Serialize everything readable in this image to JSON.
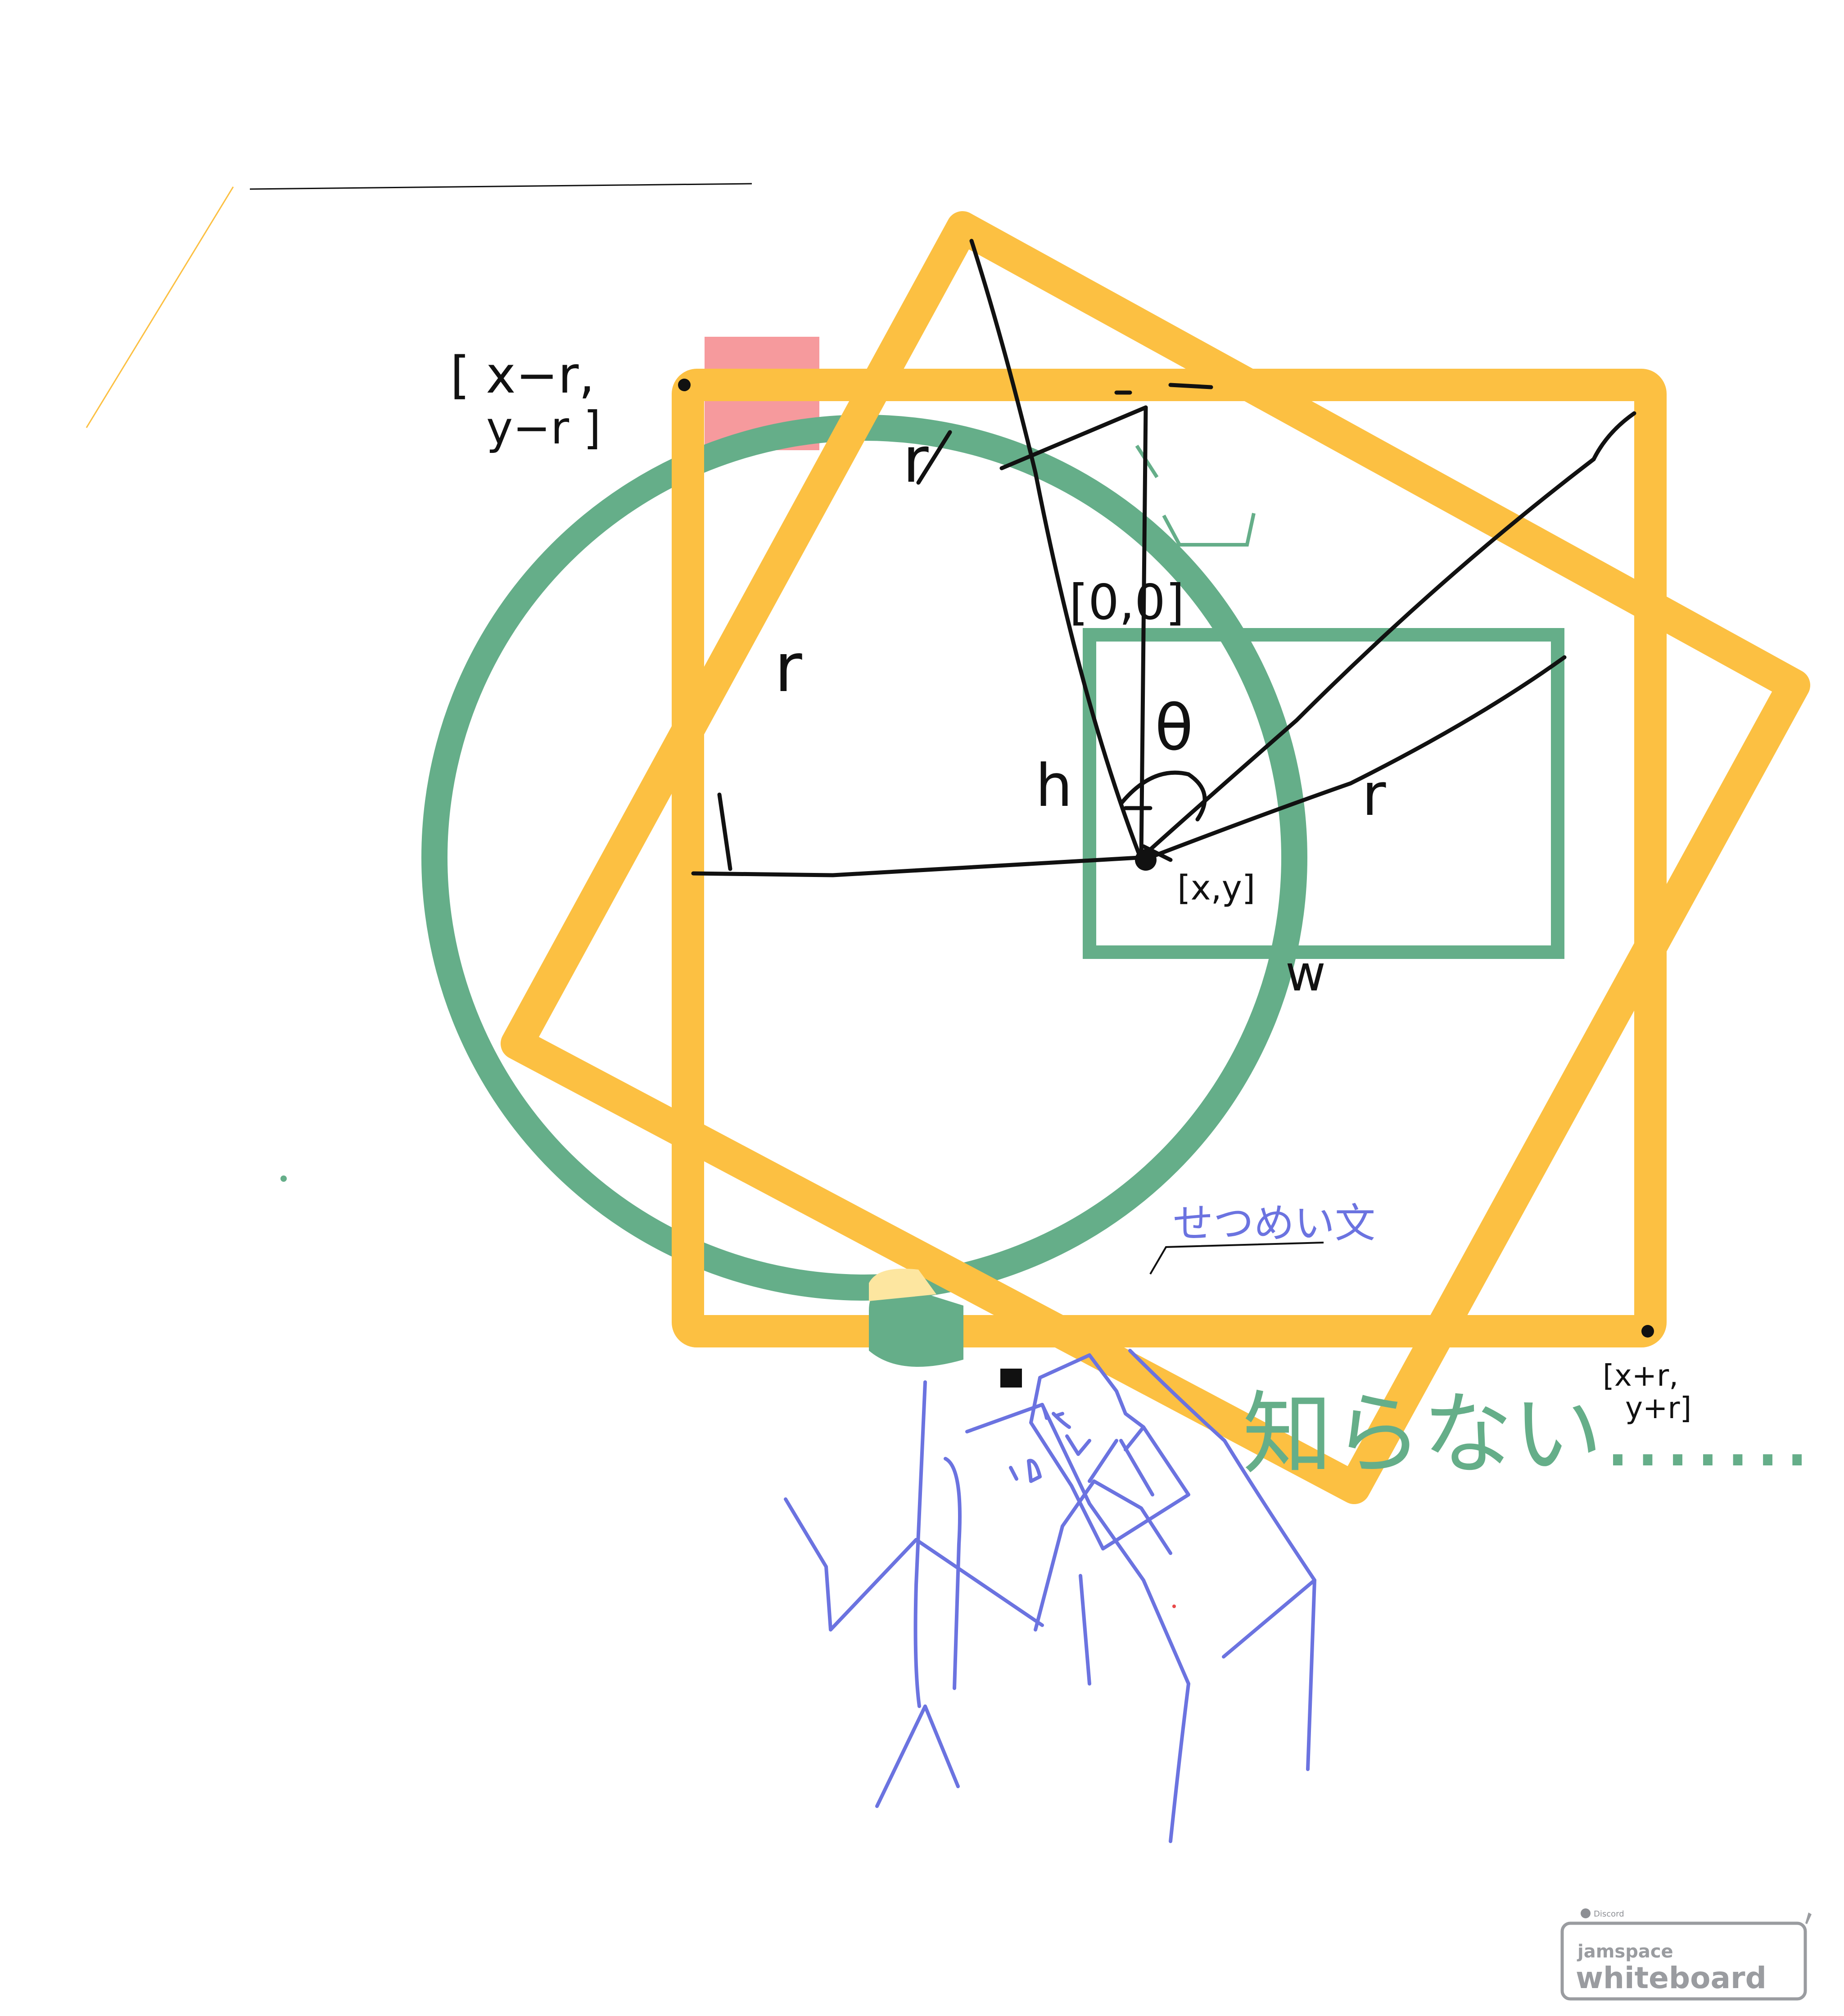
{
  "app": {
    "brand_small": "Discord",
    "brand_line1": "jamspace",
    "brand_line2": "whiteboard"
  },
  "colors": {
    "yellow": "#fcc042",
    "green": "#65ae89",
    "blue": "#6b73e0",
    "black": "#111111",
    "pink": "#f69a9d",
    "logo_gray": "#9a9ca0"
  },
  "labels": {
    "top_left_corner_line1": "[ x−r,",
    "top_left_corner_line2": "y−r ]",
    "bottom_right_corner_line1": "[x+r,",
    "bottom_right_corner_line2": "y+r]",
    "origin": "[0,0]",
    "center": "[x,y]",
    "theta": "θ",
    "r_right": "r",
    "r_left": "r",
    "r_top": "r",
    "h": "h",
    "w": "w",
    "annotation_blue": "せつめい文",
    "annotation_green": "知らない……."
  }
}
